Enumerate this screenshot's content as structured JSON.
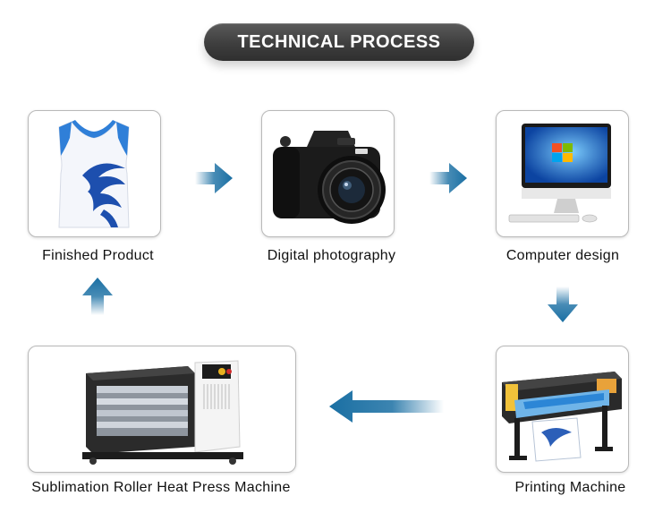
{
  "header": {
    "title": "TECHNICAL PROCESS"
  },
  "steps": [
    {
      "label": "Finished Product",
      "icon": "jersey-icon"
    },
    {
      "label": "Digital photography",
      "icon": "camera-icon"
    },
    {
      "label": "Computer design",
      "icon": "computer-icon"
    },
    {
      "label": "Printing Machine",
      "icon": "printer-icon"
    },
    {
      "label": "Sublimation Roller Heat Press Machine",
      "icon": "heat-press-icon"
    }
  ],
  "colors": {
    "arrow": "#1a6fa3",
    "title_bg": "#444444",
    "jersey_blue": "#2f7fd8"
  }
}
